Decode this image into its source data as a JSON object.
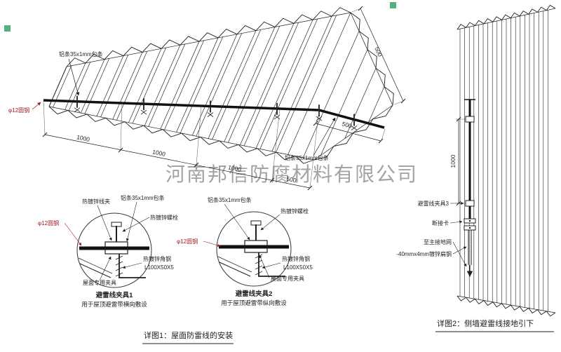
{
  "watermark": "河南邦信防腐材料有限公司",
  "roof": {
    "label_alu_top": "铝条35x1mm包条",
    "label_alu_right": "铝条35x1mm包条",
    "label_round_steel": "φ12圆钢",
    "dim_1000": "1000",
    "dim_500": "500",
    "dim_500_right": "500",
    "dim_500_edge": "500",
    "caption": "详图1：屋面防雷线的安装"
  },
  "detail1": {
    "title": "避雷线夹具1",
    "subtitle": "用于屋顶避雷带横向敷设",
    "label_wire_clamp": "热镀锌线夹",
    "label_alu": "铝条35x1mm包条",
    "label_bolt": "热镀锌螺栓",
    "label_round_steel": "φ12圆钢",
    "label_angle": "热镀锌角钢",
    "label_angle_spec": "L100X50X5",
    "label_roof_clamp": "屋面专用夹具"
  },
  "detail2": {
    "title": "避雷线夹具2",
    "subtitle": "用于屋顶避雷带纵向敷设",
    "label_alu": "铝条35x1mm包条",
    "label_bolt": "热镀锌螺栓",
    "label_round_steel": "φ12圆钢",
    "label_angle": "热镀锌角钢",
    "label_angle_spec": "L100X50X5",
    "label_roof_clamp": "屋面专用夹具"
  },
  "wall": {
    "label_clamp3": "避雷线夹具3",
    "label_disconnect": "断接卡",
    "label_to_ground": "至主接地网",
    "label_flat_steel": "-40mmx4mm镀锌扁钢",
    "dim_1000": "1000",
    "caption": "详图2：侧墙避雷线接地引下"
  },
  "colors": {
    "line": "#1f1f1f",
    "accent_red": "#9b1b1b",
    "watermark_gray": "#8d8d8d",
    "stamp_green": "#3aa06a"
  }
}
